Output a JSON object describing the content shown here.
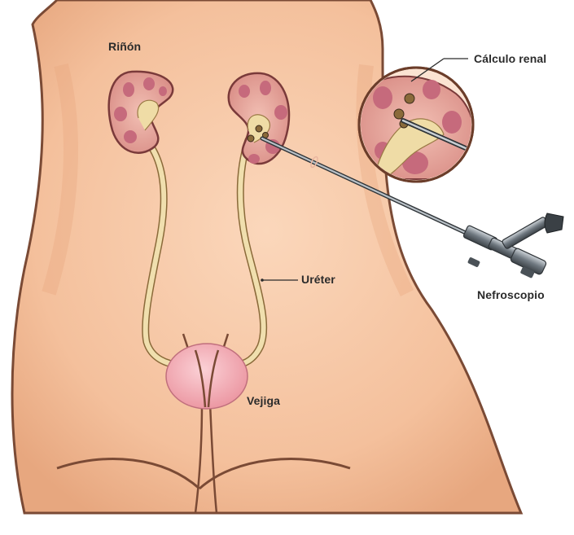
{
  "labels": {
    "kidney": "Riñón",
    "kidney_stone": "Cálculo renal",
    "ureter": "Uréter",
    "nephroscope": "Nefroscopio",
    "bladder": "Vejiga"
  },
  "colors": {
    "skin": "#f6c7a5",
    "skin_shadow": "#e9ab86",
    "outline": "#6b3d2a",
    "kidney_body": "#e8a39a",
    "kidney_pyramid": "#c9687a",
    "ureter": "#efdca6",
    "bladder": "#f0a6b0",
    "instrument": "#5f6870"
  },
  "icons": {
    "scope": "nephroscope-icon",
    "magnifier": "zoom-circle-icon"
  }
}
